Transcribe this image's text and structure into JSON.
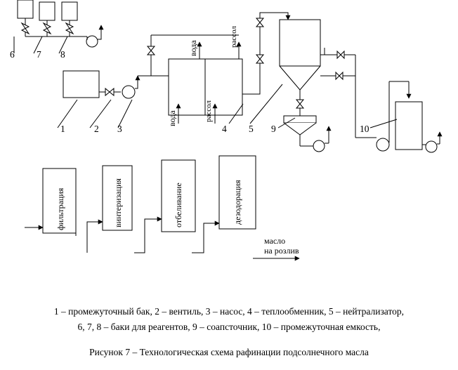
{
  "diagram": {
    "numbers": [
      "1",
      "2",
      "3",
      "4",
      "5",
      "6",
      "7",
      "8",
      "9",
      "10"
    ],
    "stream_labels": {
      "water_top": "вода",
      "brine_top": "рассол",
      "water_bottom": "вода",
      "brine_bottom": "рассол"
    },
    "steps": [
      "фильтрация",
      "винтеризация",
      "отбеливание",
      "дезодорация"
    ],
    "output_label_line1": "масло",
    "output_label_line2": "на розлив"
  },
  "legend": {
    "line1": "1 – промежуточный бак, 2 – вентиль, 3 – насос, 4 – теплообменник, 5 – нейтрализатор,",
    "line2": "6, 7, 8 – баки для реагентов,  9 – соапсточник, 10 – промежуточная емкость,"
  },
  "figure_caption": "Рисунок 7 – Технологическая схема рафинации подсолнечного масла"
}
